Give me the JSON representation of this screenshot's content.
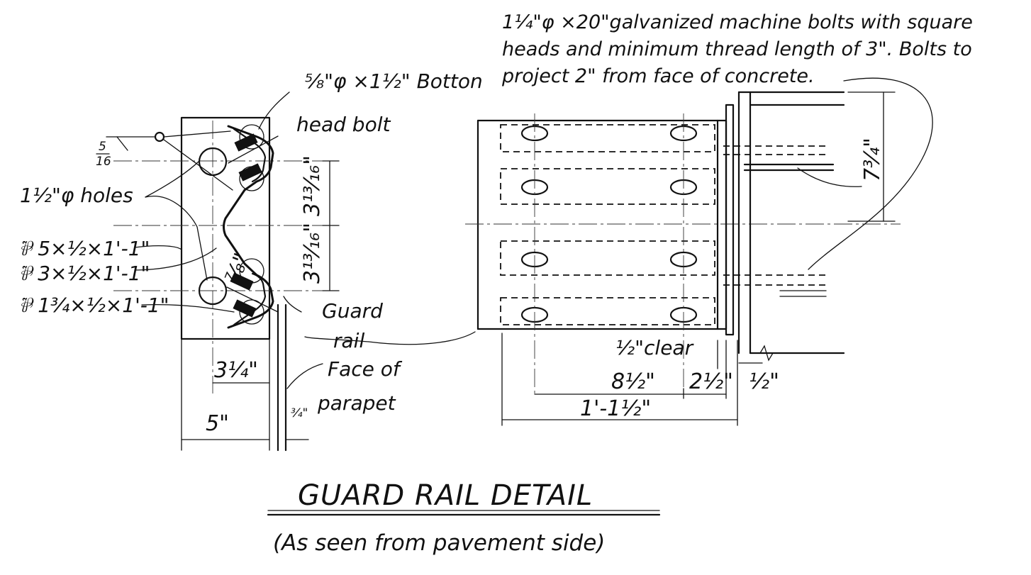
{
  "title": "GUARD RAIL DETAIL",
  "subtitle": "(As seen from pavement side)",
  "notes": {
    "machine_bolts": [
      "1¼\"φ ×20\"galvanized machine bolts with square",
      "heads and minimum thread length of 3\". Bolts to",
      "project 2\" from face of concrete."
    ],
    "button_head_bolt": [
      "⅝\"φ ×1½\" Botton",
      "head bolt"
    ]
  },
  "labels": {
    "holes": "1½\"φ holes",
    "plate_5": "⅌ 5×½×1'-1\"",
    "plate_3": "⅌ 3×½×1'-1\"",
    "plate_134": "⅌ 1¾×½×1'-1\"",
    "guard": "Guard",
    "rail": "rail",
    "face_of": "Face of",
    "parapet": "parapet",
    "clear": "½\"clear",
    "weld_num": "5",
    "weld_den": "16"
  },
  "dimensions": {
    "d_3_13_16_top": "3¹³⁄₁₆\"",
    "d_3_13_16_bot": "3¹³⁄₁₆\"",
    "d_7_8": "⅞\"",
    "d_3_1_4": "3¼\"",
    "d_5": "5\"",
    "d_3_4": "¾\"",
    "d_8_1_2": "8½\"",
    "d_2_1_2": "2½\"",
    "d_1_2": "½\"",
    "d_1_1_1_2": "1'-1½\"",
    "d_7_3_4": "7¾\""
  }
}
